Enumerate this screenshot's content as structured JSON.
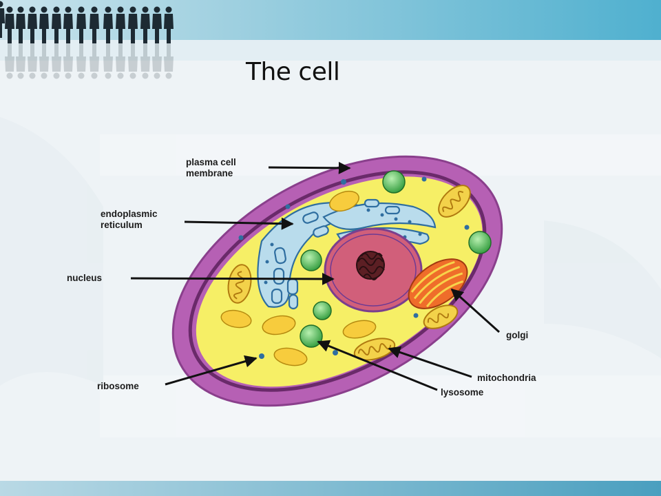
{
  "slide": {
    "title": "The cell"
  },
  "labels": {
    "plasma_membrane_line1": "plasma cell",
    "plasma_membrane_line2": "membrane",
    "er_line1": "endoplasmic",
    "er_line2": "reticulum",
    "nucleus": "nucleus",
    "golgi": "golgi",
    "mitochondria": "mitochondria",
    "lysosome": "lysosome",
    "ribosome": "ribosome"
  },
  "colors": {
    "background": "#eef3f6",
    "top_band": "#7fc3d9",
    "bottom_band": "#5aa9c6",
    "cell_wall": "#b35bb0",
    "cytoplasm": "#f5ee63",
    "nucleus": "#cf5b78",
    "golgi": "#ef6d2a",
    "er": "#b9dcec",
    "lysosome": "#54b85a"
  },
  "icons": {
    "header_decoration": "people-silhouettes-icon"
  }
}
